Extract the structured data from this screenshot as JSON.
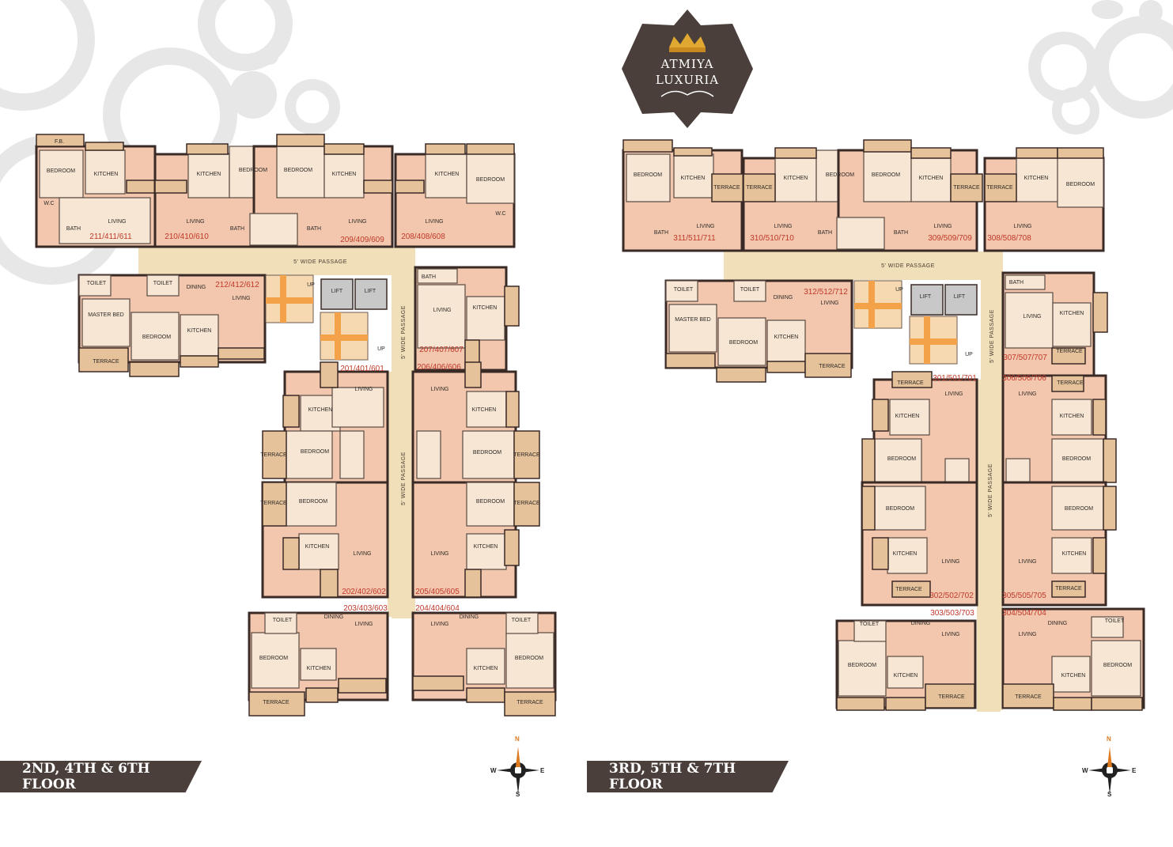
{
  "brand": {
    "line1": "ATMIYA",
    "line2": "LUXURIA"
  },
  "colors": {
    "banner": "#4a3f3b",
    "apartment": "#f2c7ad",
    "room": "#f7e6d3",
    "passage": "#f0dfb8",
    "unit_label": "#c0392b"
  },
  "left_plan": {
    "title": "2ND, 4TH & 6TH FLOOR",
    "passage_h": "5' WIDE PASSAGE",
    "passage_v1": "5' WIDE PASSAGE",
    "passage_v2": "5' WIDE PASSAGE",
    "units": [
      "211/411/611",
      "210/410/610",
      "209/409/609",
      "208/408/608",
      "212/412/612",
      "207/407/607",
      "201/401/601",
      "206/406/606",
      "202/402/602",
      "205/405/605",
      "203/403/603",
      "204/404/604"
    ],
    "rooms": {
      "bedroom": "BEDROOM",
      "kitchen": "KITCHEN",
      "living": "LIVING",
      "bath": "BATH",
      "wc": "W.C",
      "toilet": "TOILET",
      "dining": "DINING",
      "terrace": "TERRACE",
      "fb": "F.B.",
      "master_bed": "MASTER BED",
      "lift": "LIFT",
      "up": "UP"
    }
  },
  "right_plan": {
    "title": "3RD, 5TH & 7TH FLOOR",
    "passage_h": "5' WIDE PASSAGE",
    "passage_v1": "5' WIDE PASSAGE",
    "passage_v2": "5' WIDE PASSAGE",
    "units": [
      "311/511/711",
      "310/510/710",
      "309/509/709",
      "308/508/708",
      "312/512/712",
      "307/507/707",
      "301/501/701",
      "306/506/706",
      "302/502/702",
      "305/505/705",
      "303/503/703",
      "304/504/704"
    ]
  },
  "compass": {
    "n": "N",
    "s": "S",
    "e": "E",
    "w": "W"
  }
}
